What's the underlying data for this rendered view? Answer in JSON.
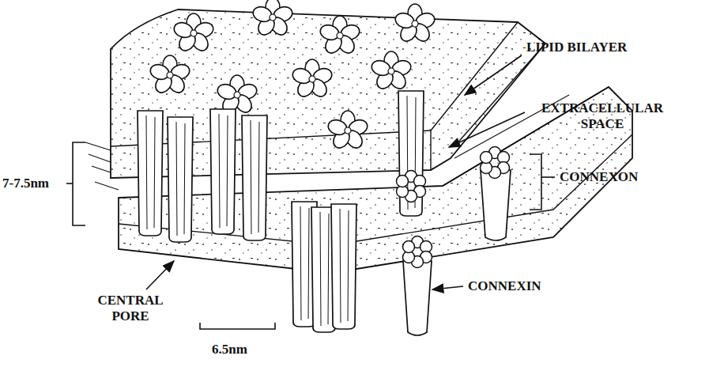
{
  "diagram": {
    "labels": [
      "7-7.5nm",
      "LIPID BILAYER",
      "EXTRACELLULAR SPACE",
      "CONNEXON",
      "CONNEXIN",
      "CENTRAL PORE",
      "6.5nm"
    ]
  }
}
